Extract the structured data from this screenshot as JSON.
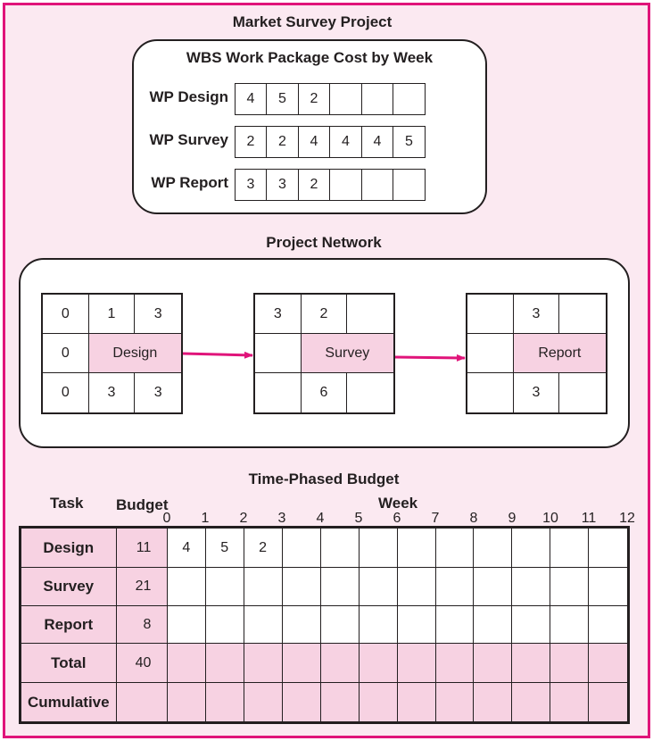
{
  "wbs": {
    "project_title": "Market Survey Project",
    "panel_title": "WBS Work Package Cost by Week",
    "rows": [
      {
        "label": "WP Design",
        "cells": [
          "4",
          "5",
          "2",
          "",
          "",
          ""
        ]
      },
      {
        "label": "WP Survey",
        "cells": [
          "2",
          "2",
          "4",
          "4",
          "4",
          "5"
        ]
      },
      {
        "label": "WP Report",
        "cells": [
          "3",
          "3",
          "2",
          "",
          "",
          ""
        ]
      }
    ]
  },
  "network": {
    "title": "Project Network",
    "nodes": [
      {
        "name": "Design",
        "top": [
          "0",
          "1",
          "3"
        ],
        "left": "0",
        "bottom": [
          "0",
          "3",
          "3"
        ]
      },
      {
        "name": "Survey",
        "top": [
          "3",
          "2",
          ""
        ],
        "left": "",
        "bottom": [
          "",
          "6",
          ""
        ]
      },
      {
        "name": "Report",
        "top": [
          "",
          "3",
          ""
        ],
        "left": "",
        "bottom": [
          "",
          "3",
          ""
        ]
      }
    ],
    "arrow_color": "#e0147a"
  },
  "budget": {
    "title": "Time-Phased Budget",
    "task_header": "Task",
    "budget_header": "Budget",
    "week_header": "Week",
    "weeks": [
      "0",
      "1",
      "2",
      "3",
      "4",
      "5",
      "6",
      "7",
      "8",
      "9",
      "10",
      "11",
      "12"
    ],
    "rows": [
      {
        "task": "Design",
        "budget": "11",
        "cells": [
          "4",
          "5",
          "2",
          "",
          "",
          "",
          "",
          "",
          "",
          "",
          "",
          ""
        ],
        "shaded": false
      },
      {
        "task": "Survey",
        "budget": "21",
        "cells": [
          "",
          "",
          "",
          "",
          "",
          "",
          "",
          "",
          "",
          "",
          "",
          ""
        ],
        "shaded": false
      },
      {
        "task": "Report",
        "budget": "8",
        "cells": [
          "",
          "",
          "",
          "",
          "",
          "",
          "",
          "",
          "",
          "",
          "",
          ""
        ],
        "shaded": false
      },
      {
        "task": "Total",
        "budget": "40",
        "cells": [
          "",
          "",
          "",
          "",
          "",
          "",
          "",
          "",
          "",
          "",
          "",
          ""
        ],
        "shaded": true
      },
      {
        "task": "Cumulative",
        "budget": "",
        "cells": [
          "",
          "",
          "",
          "",
          "",
          "",
          "",
          "",
          "",
          "",
          "",
          ""
        ],
        "shaded": true
      }
    ]
  },
  "colors": {
    "frame_border": "#e0147a",
    "frame_fill": "#fbe9f1",
    "shade": "#f7d2e2"
  }
}
